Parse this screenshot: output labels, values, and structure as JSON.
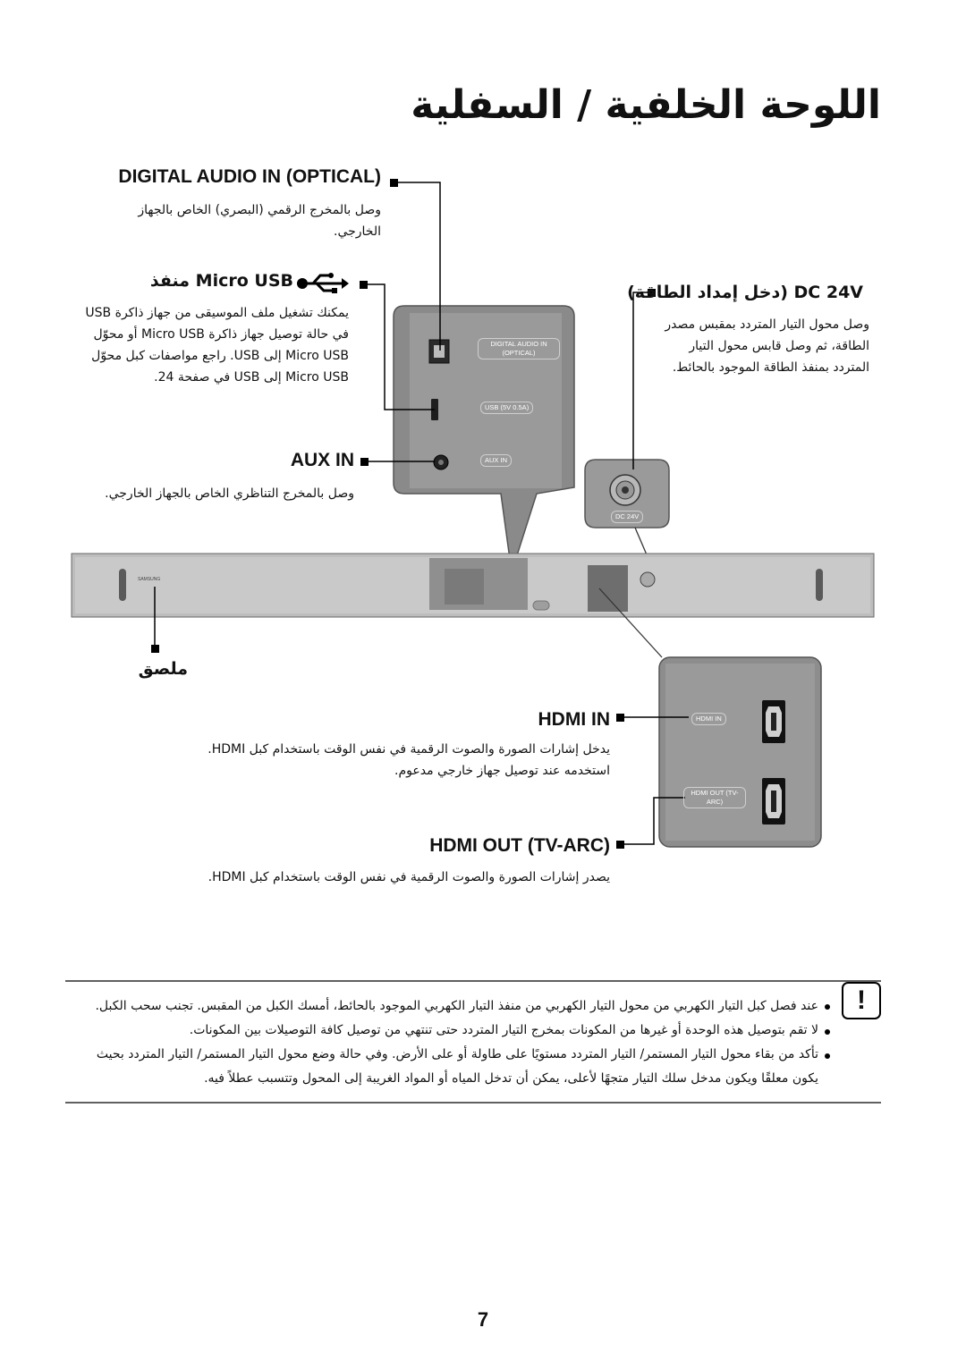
{
  "title": "اللوحة الخلفية / السفلية",
  "sections": {
    "optical": {
      "heading": "DIGITAL AUDIO IN (OPTICAL)",
      "body": "وصل بالمخرج الرقمي (البصري) الخاص بالجهاز الخارجي."
    },
    "usb": {
      "heading": "Micro USB منفذ",
      "body": "يمكنك تشغيل ملف الموسيقى من جهاز ذاكرة USB في حالة توصيل جهاز ذاكرة Micro USB أو محوّل Micro USB إلى USB. راجع مواصفات كبل محوّل Micro USB إلى USB في صفحة 24."
    },
    "dc": {
      "heading": "DC 24V (دخل إمداد الطاقة)",
      "body": "وصل محول التيار المتردد بمقبس مصدر الطاقة، ثم وصل قابس محول التيار المتردد بمنفذ الطاقة الموجود بالحائط."
    },
    "aux": {
      "heading": "AUX IN",
      "body": "وصل بالمخرج التناظري الخاص بالجهاز الخارجي."
    },
    "bracket": {
      "heading": "ملصق"
    },
    "hdmi_in": {
      "heading": "HDMI IN",
      "body": "يدخل إشارات الصورة والصوت الرقمية في نفس الوقت باستخدام كبل HDMI. استخدمه عند توصيل جهاز خارجي مدعوم."
    },
    "hdmi_out": {
      "heading": "HDMI OUT (TV-ARC)",
      "body": "يصدر إشارات الصورة والصوت الرقمية في نفس الوقت باستخدام كبل HDMI."
    }
  },
  "panel_labels": {
    "optical": "DIGITAL AUDIO IN (OPTICAL)",
    "usb": "USB (5V 0.5A)",
    "aux": "AUX IN",
    "dc": "DC 24V",
    "hdmi_in": "HDMI IN",
    "hdmi_out": "HDMI OUT (TV-ARC)",
    "brand": "SAMSUNG"
  },
  "notes": [
    "عند فصل كبل التيار الكهربي من محول التيار الكهربي من منفذ التيار الكهربي الموجود بالحائط، أمسك الكبل من المقبس. تجنب سحب الكبل.",
    "لا تقم بتوصيل هذه الوحدة أو غيرها من المكونات بمخرج التيار المتردد حتى تنتهي من توصيل كافة التوصيلات بين المكونات.",
    "تأكد من بقاء محول التيار المستمر/ التيار المتردد مستويًا على طاولة أو على الأرض. وفي حالة وضع محول التيار المستمر/ التيار المتردد بحيث يكون معلقًا ويكون مدخل سلك التيار متجهًا لأعلى، يمكن أن تدخل المياه أو المواد الغريبة إلى المحول وتتسبب عطلاً فيه."
  ],
  "note_icon": "!",
  "page_number": "7"
}
